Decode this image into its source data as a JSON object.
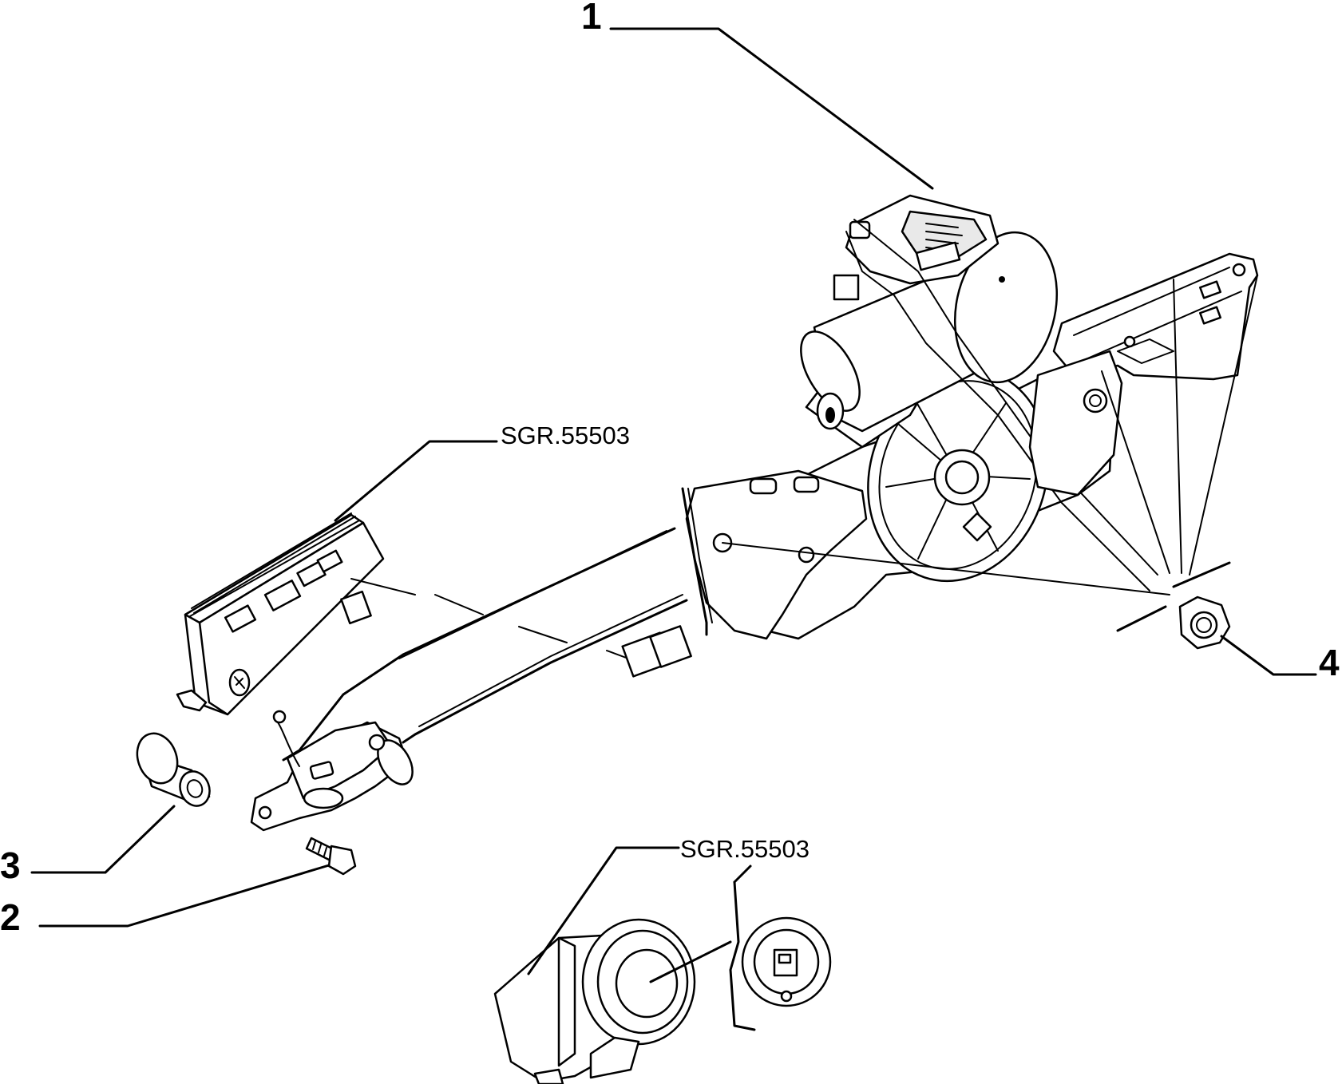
{
  "diagram": {
    "callouts": [
      {
        "id": "1",
        "label": "1"
      },
      {
        "id": "2",
        "label": "2"
      },
      {
        "id": "3",
        "label": "3"
      },
      {
        "id": "4",
        "label": "4"
      }
    ],
    "references": [
      {
        "id": "ref-upper",
        "label": "SGR.55503"
      },
      {
        "id": "ref-lower",
        "label": "SGR.55503"
      }
    ]
  }
}
